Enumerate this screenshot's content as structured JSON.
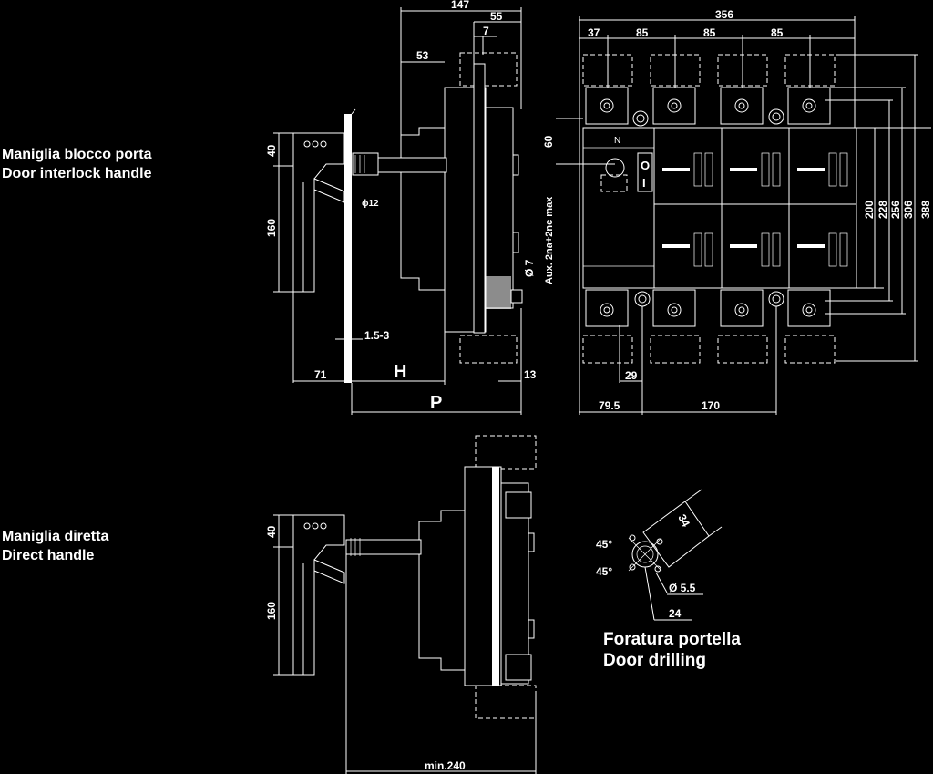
{
  "captions": {
    "interlock_it": "Maniglia blocco porta",
    "interlock_en": "Door interlock handle",
    "direct_it": "Maniglia diretta",
    "direct_en": "Direct handle",
    "drilling_it": "Foratura portella",
    "drilling_en": "Door drilling"
  },
  "side_view": {
    "d147": "147",
    "d55": "55",
    "d7": "7",
    "d53": "53",
    "d40": "40",
    "d160": "160",
    "d15_3": "1.5-3",
    "d71": "71",
    "H": "H",
    "d13": "13",
    "P": "P",
    "phi12": "ϕ12",
    "phi7": "Ø 7"
  },
  "front_view": {
    "d356": "356",
    "d37": "37",
    "d85a": "85",
    "d85b": "85",
    "d85c": "85",
    "d60": "60",
    "aux": "Aux. 2na+2nc max",
    "N": "N",
    "O": "O",
    "I": "I",
    "d200": "200",
    "d228": "228",
    "d256": "256",
    "d306": "306",
    "d388": "388",
    "d29": "29",
    "d79_5": "79.5",
    "d170": "170"
  },
  "direct_view": {
    "d40": "40",
    "d160": "160",
    "min240": "min.240"
  },
  "drilling": {
    "d34": "34",
    "a45a": "45°",
    "a45b": "45°",
    "d5_5": "Ø 5.5",
    "d24": "24"
  }
}
